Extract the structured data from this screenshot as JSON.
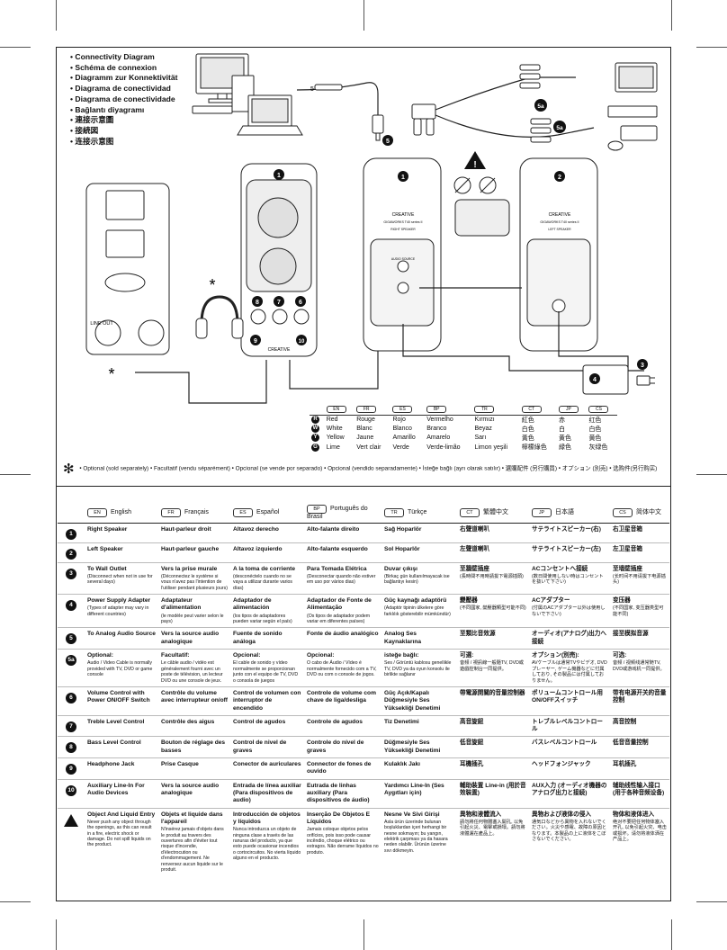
{
  "diagram_titles": [
    "Connectivity Diagram",
    "Schéma de connexion",
    "Diagramm zur Konnektivität",
    "Diagrama de conectividad",
    "Diagrama de conectividade",
    "Bağlantı diyagramı",
    "連接示意圖",
    "接続図",
    "连接示意图"
  ],
  "callouts": {
    "n1": "1",
    "n2": "2",
    "n3": "3",
    "n4": "4",
    "n5": "5",
    "n5a": "5a",
    "n6": "6",
    "n7": "7",
    "n8": "8",
    "n9": "9",
    "n10": "10",
    "star": "*"
  },
  "device_text": {
    "line_out": "LINE OUT",
    "brand": "CREATIVE",
    "model": "GIGAWORKS T40 series II",
    "right_speaker_small": "RIGHT SPEAKER",
    "left_speaker_small": "LEFT SPEAKER",
    "audio_source_small": "AUDIO SOURCE"
  },
  "color_table": {
    "langs": [
      "EN",
      "FR",
      "ES",
      "BP",
      "TR",
      "CT",
      "JP",
      "CS"
    ],
    "rows": [
      {
        "letter": "R",
        "en": "Red",
        "fr": "Rouge",
        "es": "Rojo",
        "bp": "Vermelho",
        "tr": "Kırmızı",
        "ct": "紅色",
        "jp": "赤",
        "cs": "红色"
      },
      {
        "letter": "W",
        "en": "White",
        "fr": "Blanc",
        "es": "Blanco",
        "bp": "Branco",
        "tr": "Beyaz",
        "ct": "白色",
        "jp": "白",
        "cs": "白色"
      },
      {
        "letter": "Y",
        "en": "Yellow",
        "fr": "Jaune",
        "es": "Amarillo",
        "bp": "Amarelo",
        "tr": "Sarı",
        "ct": "黃色",
        "jp": "黄色",
        "cs": "黄色"
      },
      {
        "letter": "G",
        "en": "Lime",
        "fr": "Vert clair",
        "es": "Verde",
        "bp": "Verde-limão",
        "tr": "Limon yeşili",
        "ct": "檸檬綠色",
        "jp": "緑色",
        "cs": "灰绿色"
      }
    ]
  },
  "optional_note": {
    "star": "✻",
    "text": "• Optional (sold separately) • Facultatif (vendu séparément) • Opcional (se vende por separado) • Opcional (vendido separadamente) • İsteğe bağlı (ayrı olarak satılır) • 選購配件 (另行購買) • オプション (別売) • 选购件(另行购买)"
  },
  "legend": {
    "headers": [
      {
        "code": "EN",
        "name": "English"
      },
      {
        "code": "FR",
        "name": "Français"
      },
      {
        "code": "ES",
        "name": "Español"
      },
      {
        "code": "BP",
        "name": "Português do Brasil"
      },
      {
        "code": "TR",
        "name": "Türkçe"
      },
      {
        "code": "CT",
        "name": "繁體中文"
      },
      {
        "code": "JP",
        "name": "日本語"
      },
      {
        "code": "CS",
        "name": "简体中文"
      }
    ],
    "rows": [
      {
        "num": "1",
        "cells": [
          {
            "main": "Right Speaker",
            "sub": ""
          },
          {
            "main": "Haut-parleur droit",
            "sub": ""
          },
          {
            "main": "Altavoz derecho",
            "sub": ""
          },
          {
            "main": "Alto-falante direito",
            "sub": ""
          },
          {
            "main": "Sağ Hoparlör",
            "sub": ""
          },
          {
            "main": "右聲道喇叭",
            "sub": ""
          },
          {
            "main": "サテライトスピーカー(右)",
            "sub": ""
          },
          {
            "main": "右卫星音箱",
            "sub": ""
          }
        ]
      },
      {
        "num": "2",
        "cells": [
          {
            "main": "Left Speaker",
            "sub": ""
          },
          {
            "main": "Haut-parleur gauche",
            "sub": ""
          },
          {
            "main": "Altavoz izquierdo",
            "sub": ""
          },
          {
            "main": "Alto-falante esquerdo",
            "sub": ""
          },
          {
            "main": "Sol Hoparlör",
            "sub": ""
          },
          {
            "main": "左聲道喇叭",
            "sub": ""
          },
          {
            "main": "サテライトスピーカー(左)",
            "sub": ""
          },
          {
            "main": "左卫星音箱",
            "sub": ""
          }
        ]
      },
      {
        "num": "3",
        "cells": [
          {
            "main": "To Wall Outlet",
            "sub": "(Disconnect when not in use for several days)"
          },
          {
            "main": "Vers la prise murale",
            "sub": "(Déconnectez le système si vous n'avez pas l'intention de l'utiliser pendant plusieurs jours)"
          },
          {
            "main": "A la toma de corriente",
            "sub": "(desconéctelo cuando no se vaya a utilizar durante varios días)"
          },
          {
            "main": "Para Tomada Elétrica",
            "sub": "(Desconectar quando não estiver em uso por vários dias)"
          },
          {
            "main": "Duvar çıkışı",
            "sub": "(Birkaç gün kullanılmayacak ise bağlantıyı kesin)"
          },
          {
            "main": "至牆壁插座",
            "sub": "(長時間不用時請拔下電源插頭)"
          },
          {
            "main": "ACコンセントへ接続",
            "sub": "(数日間使用しない時はコンセントを抜いて下さい)"
          },
          {
            "main": "至墙壁插座",
            "sub": "(长时间不用请拔下电源插头)"
          }
        ]
      },
      {
        "num": "4",
        "cells": [
          {
            "main": "Power Supply Adapter",
            "sub": "(Types of adapter may vary in different countries)"
          },
          {
            "main": "Adaptateur d'alimentation",
            "sub": "(le modèle peut varier selon le pays)"
          },
          {
            "main": "Adaptador de alimentación",
            "sub": "(los tipos de adaptadores pueden variar según el país)"
          },
          {
            "main": "Adaptador de Fonte de Alimentação",
            "sub": "(Os tipos de adaptador podem variar em diferentes países)"
          },
          {
            "main": "Güç kaynağı adaptörü",
            "sub": "(Adaptör tipinin ülkelere göre farklılık gösterebilir mümkündür)"
          },
          {
            "main": "變壓器",
            "sub": "(不同國家, 變壓器類型可能不同)"
          },
          {
            "main": "ACアダプター",
            "sub": "(付属のACアダプター以外は使用しないで下さい)"
          },
          {
            "main": "变压器",
            "sub": "(不同国家, 变压器类型可能不同)"
          }
        ]
      },
      {
        "num": "5",
        "cells": [
          {
            "main": "To Analog Audio Source",
            "sub": ""
          },
          {
            "main": "Vers la source audio analogique",
            "sub": ""
          },
          {
            "main": "Fuente de sonido análoga",
            "sub": ""
          },
          {
            "main": "Fonte de áudio analógico",
            "sub": ""
          },
          {
            "main": "Analog Ses Kaynaklarına",
            "sub": ""
          },
          {
            "main": "至類比音效源",
            "sub": ""
          },
          {
            "main": "オーディオ(アナログ)出力へ接続",
            "sub": ""
          },
          {
            "main": "接至模拟音源",
            "sub": ""
          }
        ]
      },
      {
        "num": "5a",
        "cells": [
          {
            "main": "Optional:",
            "sub": "Audio / Video Cable is normally provided with TV, DVD or game console"
          },
          {
            "main": "Facultatif:",
            "sub": "Le câble audio / vidéo est généralement fourni avec un poste de télévision, un lecteur DVD ou une console de jeux."
          },
          {
            "main": "Opcional:",
            "sub": "El cable de sonido y vídeo normalmente se proporcionan junto con el equipo de TV, DVD o consola de juegos"
          },
          {
            "main": "Opcional:",
            "sub": "O cabo de Áudio / Vídeo é normalmente fornecido com a TV, DVD ou com o console de jogos."
          },
          {
            "main": "isteğe bağlı:",
            "sub": "Ses / Görüntü kablosu genellikle TV, DVD ya da oyun konsolu ile birlikte sağlanır"
          },
          {
            "main": "可選:",
            "sub": "音頻 / 視訊線一般隨TV, DVD或遊戲控制台一同提供。"
          },
          {
            "main": "オプション(別売):",
            "sub": "AVケーブルは通常TVやビデオ, DVDプレーヤー, ゲーム機器などに付属しており, その製品には付属しておりません。"
          },
          {
            "main": "可选:",
            "sub": "音频 / 视频线通常随TV, DVD或游戏机一同提供。"
          }
        ]
      },
      {
        "num": "6",
        "cells": [
          {
            "main": "Volume Control with Power ON/OFF Switch",
            "sub": ""
          },
          {
            "main": "Contrôle du volume avec interrupteur on/off",
            "sub": ""
          },
          {
            "main": "Control de volumen con interruptor de encendido",
            "sub": ""
          },
          {
            "main": "Controle de volume com chave de liga/desliga",
            "sub": ""
          },
          {
            "main": "Güç Açık/Kapalı Düğmesiyle Ses Yüksekliği Denetimi",
            "sub": ""
          },
          {
            "main": "帶電源開關的音量控制器",
            "sub": ""
          },
          {
            "main": "ボリュームコントロール用ON/OFFスイッチ",
            "sub": ""
          },
          {
            "main": "带有电源开关的音量控制",
            "sub": ""
          }
        ]
      },
      {
        "num": "7",
        "cells": [
          {
            "main": "Treble Level Control",
            "sub": ""
          },
          {
            "main": "Contrôle des aigus",
            "sub": ""
          },
          {
            "main": "Control de agudos",
            "sub": ""
          },
          {
            "main": "Controle de agudos",
            "sub": ""
          },
          {
            "main": "Tiz Denetimi",
            "sub": ""
          },
          {
            "main": "高音旋鈕",
            "sub": ""
          },
          {
            "main": "トレブルレベルコントロール",
            "sub": ""
          },
          {
            "main": "高音控制",
            "sub": ""
          }
        ]
      },
      {
        "num": "8",
        "cells": [
          {
            "main": "Bass Level Control",
            "sub": ""
          },
          {
            "main": "Bouton de réglage des basses",
            "sub": ""
          },
          {
            "main": "Control de nivel de graves",
            "sub": ""
          },
          {
            "main": "Controle do nível de graves",
            "sub": ""
          },
          {
            "main": "Düğmesiyle Ses Yüksekliği Denetimi",
            "sub": ""
          },
          {
            "main": "低音旋鈕",
            "sub": ""
          },
          {
            "main": "バスレベルコントロール",
            "sub": ""
          },
          {
            "main": "低音音量控制",
            "sub": ""
          }
        ]
      },
      {
        "num": "9",
        "cells": [
          {
            "main": "Headphone Jack",
            "sub": ""
          },
          {
            "main": "Prise Casque",
            "sub": ""
          },
          {
            "main": "Conector de auriculares",
            "sub": ""
          },
          {
            "main": "Connector de fones de ouvido",
            "sub": ""
          },
          {
            "main": "Kulaklık Jakı",
            "sub": ""
          },
          {
            "main": "耳機插孔",
            "sub": ""
          },
          {
            "main": "ヘッドフォンジャック",
            "sub": ""
          },
          {
            "main": "耳机插孔",
            "sub": ""
          }
        ]
      },
      {
        "num": "10",
        "cells": [
          {
            "main": "Auxiliary Line-In For Audio Devices",
            "sub": ""
          },
          {
            "main": "Vers la source audio analogique",
            "sub": ""
          },
          {
            "main": "Entrada de línea auxiliar (Para dispositivos de audio)",
            "sub": ""
          },
          {
            "main": "Eutrada de linhas auxiliary (Para dispositivos de áudio)",
            "sub": ""
          },
          {
            "main": "Yardımcı Line-In (Ses Aygıtları için)",
            "sub": ""
          },
          {
            "main": "輔助裝置 Line-in (用於音效裝置)",
            "sub": ""
          },
          {
            "main": "AUX入力 (オーディオ機器のアナログ出力と接続)",
            "sub": ""
          },
          {
            "main": "辅助线性输入接口 (用于各种音频设备)",
            "sub": ""
          }
        ]
      },
      {
        "num": "warning",
        "cells": [
          {
            "main": "Object And Liquid Entry",
            "sub": "Never push any object through the openings, as this can result in a fire, electric shock or damage. Do not spill liquids on the product."
          },
          {
            "main": "Objets et liquide dans l'appareil",
            "sub": "N'insérez jamais d'objets dans le produit au travers des ouvertures afin d'éviter tout risque d'incendie, d'électrocution ou d'endommagement. Ne renversez aucun liquide sur le produit."
          },
          {
            "main": "Introducción de objetos y líquidos",
            "sub": "Nunca introduzca un objeto de ninguna clase a través de las ranuras del producto, ya que esto puede ocasionar incendios o cortocircuitos. No vierta líquido alguno en el producto."
          },
          {
            "main": "Inserção De Objetos E Líquidos",
            "sub": "Jamais coloque objetos pelos orifícios, pois isso pode causar incêndio, choque elétrico ou estragos. Não derrame líquidos no produto."
          },
          {
            "main": "Nesne Ve Sivi Girişi",
            "sub": "Asla ürün üzerinde bulunan boşluklardan içeri herhangi bir nesne sokmayın; bu yangın, elektrik çarpması ya da hasara neden olabilir. Ürünün üzerine sıvı dökmeyin."
          },
          {
            "main": "異物和液體流入",
            "sub": "請勿將任何物體塞入開孔, 以免引起火災、電擊或損壞。請勿將液體灑在產品上。"
          },
          {
            "main": "異物および液体の侵入",
            "sub": "通気口などから異物を入れないでください。火災や感電、故障の原因となります。本製品の上に液体をこぼさないでください。"
          },
          {
            "main": "物体和液体进入",
            "sub": "绝对不要把任何物体塞入开孔, 以免引起火灾、电击或损坏。请勿将液体洒在产品上。"
          }
        ]
      }
    ]
  }
}
